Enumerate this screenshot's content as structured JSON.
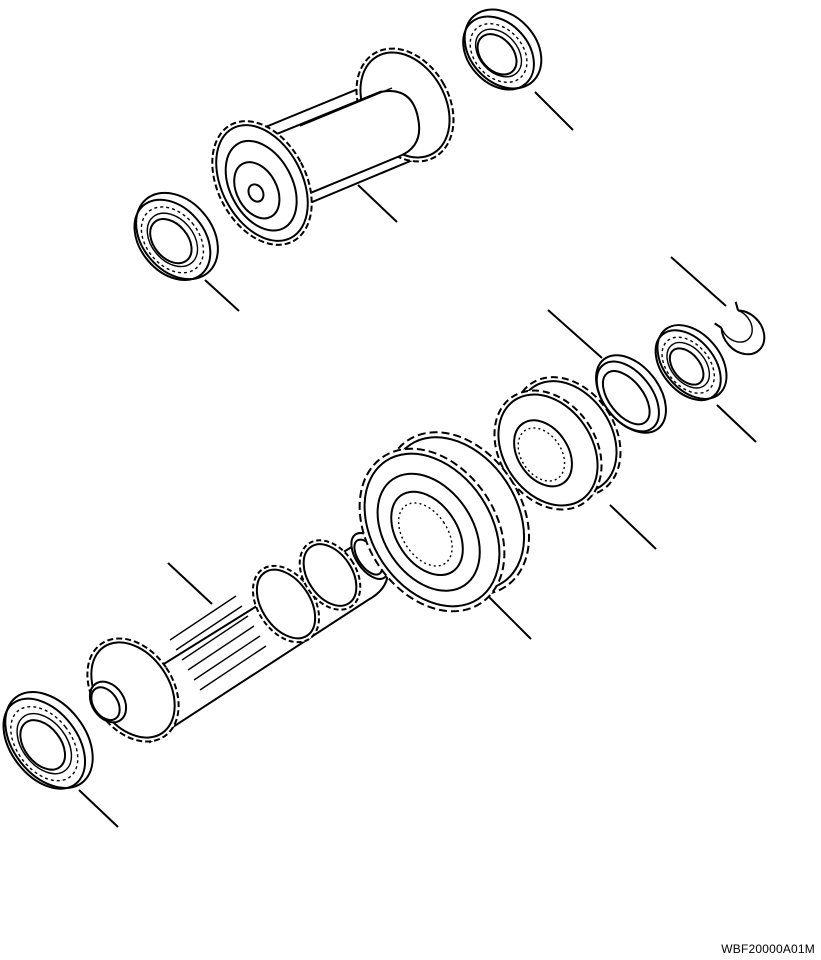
{
  "figure": {
    "code": "WBF20000A01M",
    "background": "#ffffff",
    "line_color": "#000000"
  },
  "parts": [
    {
      "name": "bearing-upper-right",
      "icon": "ball-bearing-icon"
    },
    {
      "name": "counter-shaft-gear",
      "icon": "double-gear-shaft-icon"
    },
    {
      "name": "bearing-upper-left",
      "icon": "ball-bearing-icon"
    },
    {
      "name": "snap-ring",
      "icon": "snap-ring-icon"
    },
    {
      "name": "thrust-washer",
      "icon": "washer-icon"
    },
    {
      "name": "bearing-mid-right",
      "icon": "ball-bearing-icon"
    },
    {
      "name": "spur-gear-small",
      "icon": "spur-gear-icon"
    },
    {
      "name": "spur-gear-large",
      "icon": "spur-gear-icon"
    },
    {
      "name": "splined-input-shaft",
      "icon": "splined-shaft-icon"
    },
    {
      "name": "bearing-lower-left",
      "icon": "ball-bearing-icon"
    }
  ]
}
